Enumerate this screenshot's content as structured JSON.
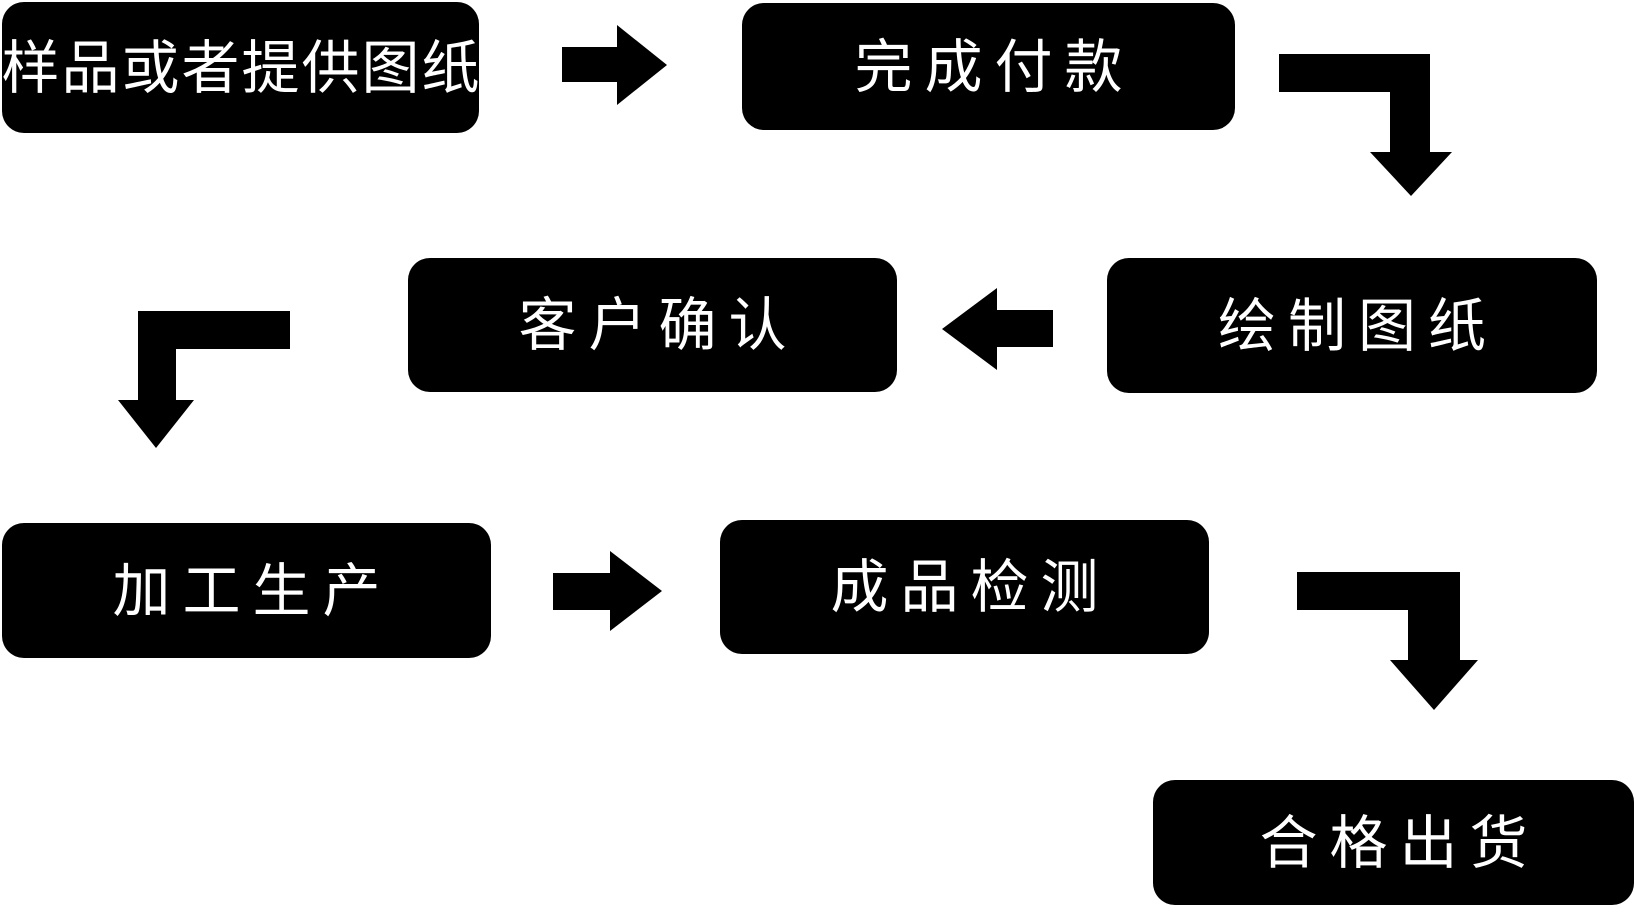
{
  "flowchart": {
    "title": "production-process-flow",
    "steps": [
      {
        "id": "sample",
        "label": "样品或者提供图纸"
      },
      {
        "id": "payment",
        "label": "完成付款"
      },
      {
        "id": "drawing",
        "label": "绘制图纸"
      },
      {
        "id": "confirm",
        "label": "客户确认"
      },
      {
        "id": "production",
        "label": "加工生产"
      },
      {
        "id": "inspection",
        "label": "成品检测"
      },
      {
        "id": "shipment",
        "label": "合格出货"
      }
    ],
    "arrows": [
      {
        "from": "sample",
        "to": "payment",
        "shape": "straight-right"
      },
      {
        "from": "payment",
        "to": "drawing",
        "shape": "elbow-right-down"
      },
      {
        "from": "drawing",
        "to": "confirm",
        "shape": "straight-left"
      },
      {
        "from": "confirm",
        "to": "production",
        "shape": "elbow-left-down"
      },
      {
        "from": "production",
        "to": "inspection",
        "shape": "straight-right"
      },
      {
        "from": "inspection",
        "to": "shipment",
        "shape": "elbow-right-down"
      }
    ],
    "colors": {
      "box": "#000000",
      "text": "#ffffff",
      "arrow": "#000000",
      "background": "#ffffff"
    }
  }
}
